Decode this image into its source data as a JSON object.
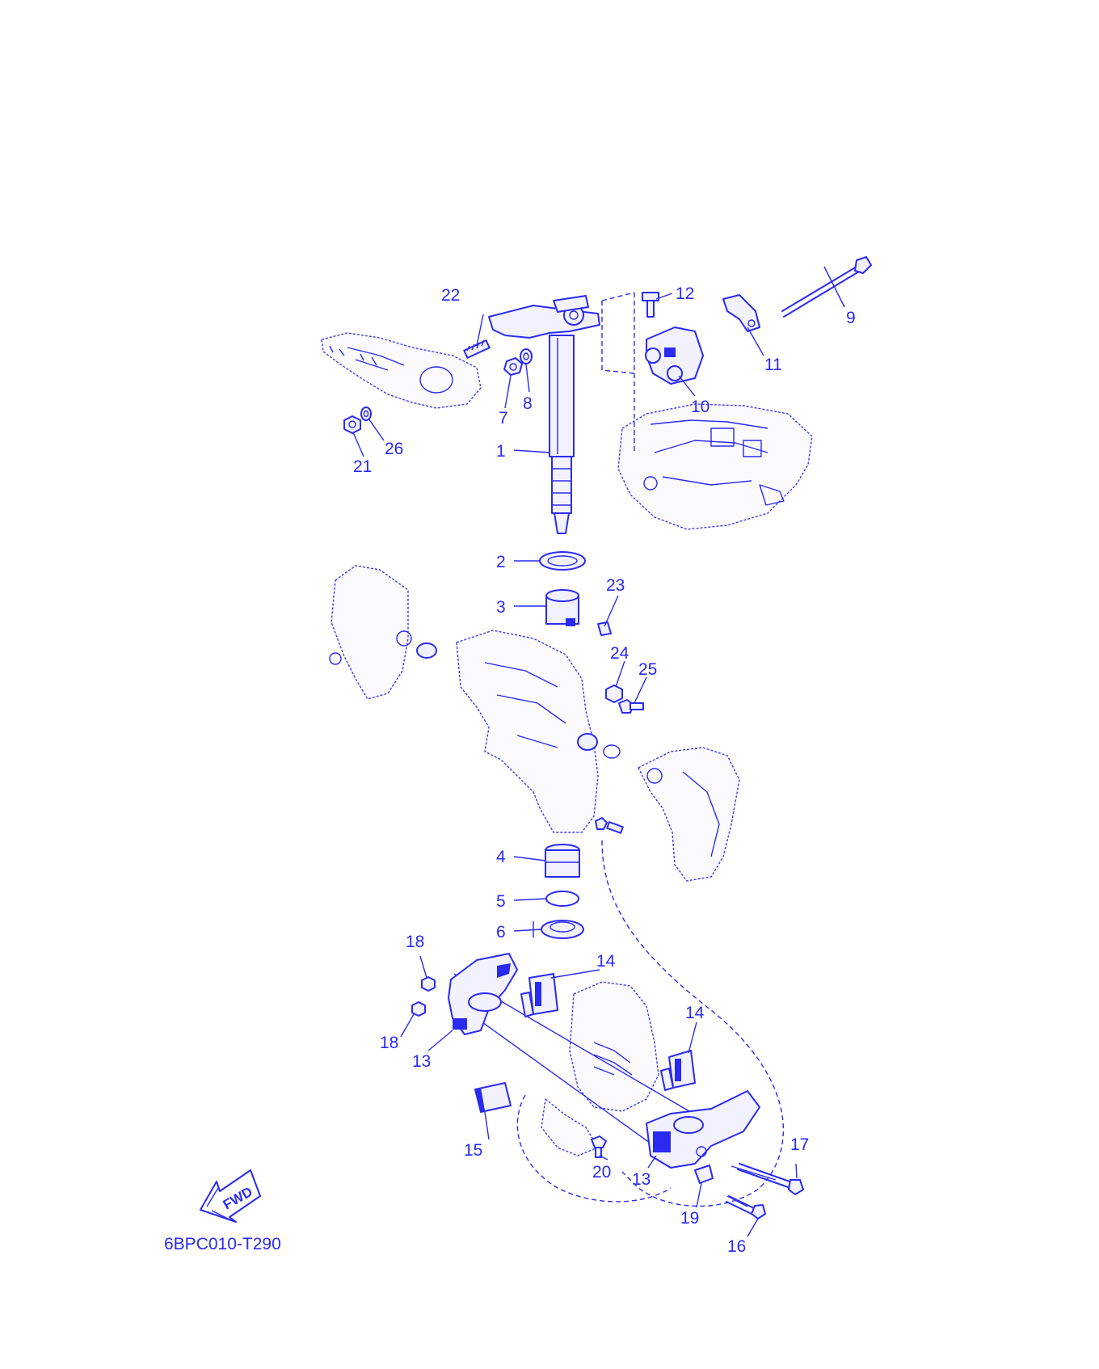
{
  "diagram": {
    "drawing_code": "6BPC010-T290",
    "fwd_label": "FWD",
    "primary_color": "#2a2af0",
    "callouts": [
      {
        "id": "c1",
        "label": "1"
      },
      {
        "id": "c2",
        "label": "2"
      },
      {
        "id": "c3",
        "label": "3"
      },
      {
        "id": "c4",
        "label": "4"
      },
      {
        "id": "c5",
        "label": "5"
      },
      {
        "id": "c6",
        "label": "6"
      },
      {
        "id": "c7",
        "label": "7"
      },
      {
        "id": "c8",
        "label": "8"
      },
      {
        "id": "c9",
        "label": "9"
      },
      {
        "id": "c10",
        "label": "10"
      },
      {
        "id": "c11",
        "label": "11"
      },
      {
        "id": "c12",
        "label": "12"
      },
      {
        "id": "c13a",
        "label": "13"
      },
      {
        "id": "c13b",
        "label": "13"
      },
      {
        "id": "c14a",
        "label": "14"
      },
      {
        "id": "c14b",
        "label": "14"
      },
      {
        "id": "c15",
        "label": "15"
      },
      {
        "id": "c16",
        "label": "16"
      },
      {
        "id": "c17",
        "label": "17"
      },
      {
        "id": "c18a",
        "label": "18"
      },
      {
        "id": "c18b",
        "label": "18"
      },
      {
        "id": "c19",
        "label": "19"
      },
      {
        "id": "c20",
        "label": "20"
      },
      {
        "id": "c21",
        "label": "21"
      },
      {
        "id": "c22",
        "label": "22"
      },
      {
        "id": "c23",
        "label": "23"
      },
      {
        "id": "c24",
        "label": "24"
      },
      {
        "id": "c25",
        "label": "25"
      },
      {
        "id": "c26",
        "label": "26"
      }
    ]
  }
}
